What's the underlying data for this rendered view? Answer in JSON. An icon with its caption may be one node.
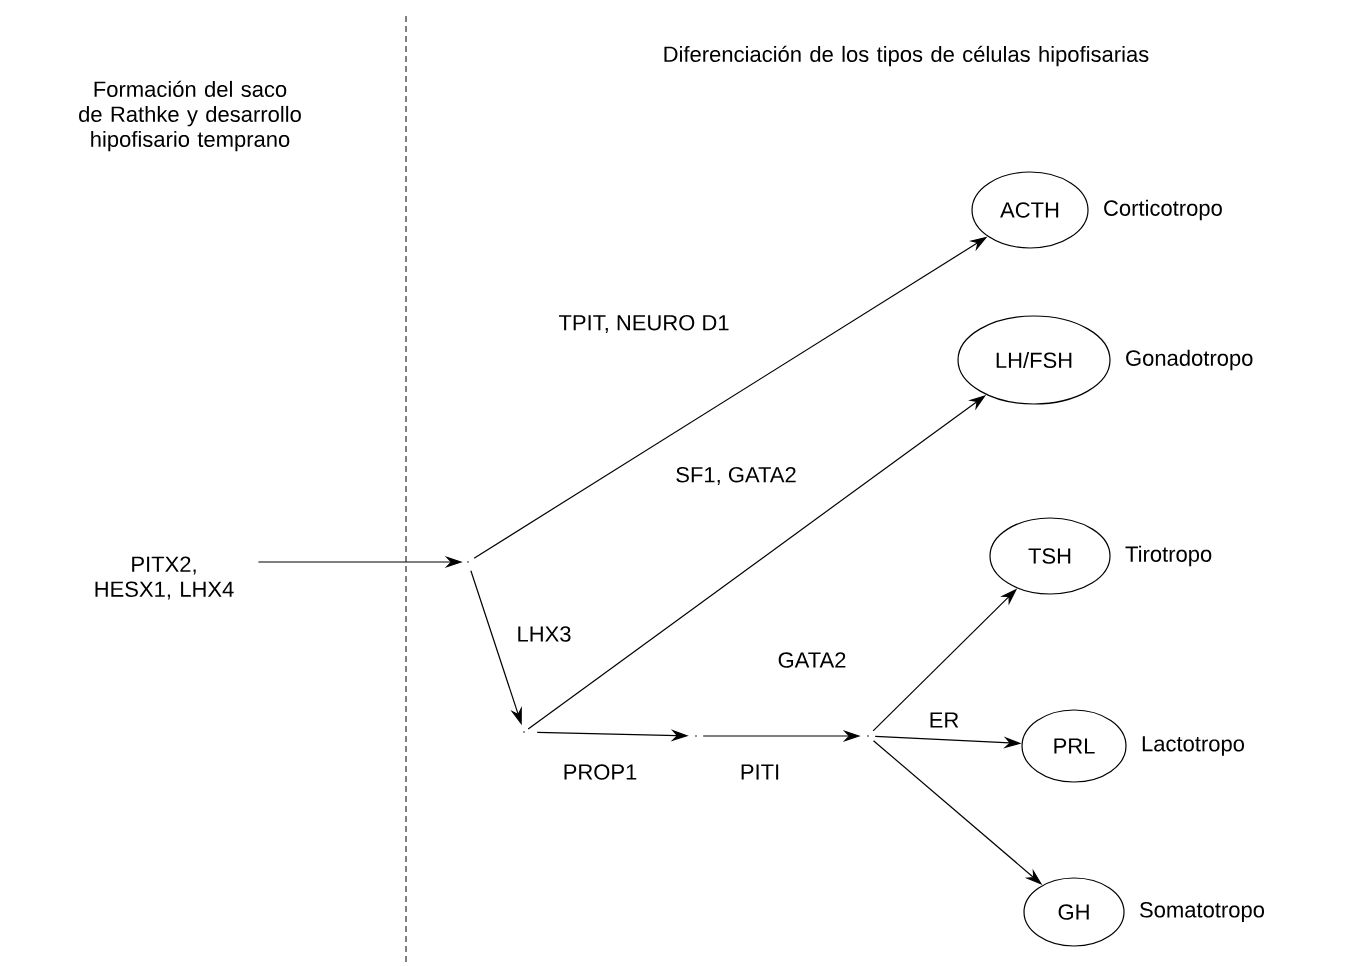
{
  "diagram": {
    "nodes": [
      {
        "text": [
          "PITX2, HESX1, LHX4"
        ]
      },
      {
        "text": [],
        "shape": "point"
      },
      {
        "text": [
          "ACTH"
        ],
        "beside": [
          "Corticotropo"
        ]
      },
      {
        "text": [
          "LH/FSH"
        ],
        "beside": [
          "Gonadotropo"
        ]
      },
      {
        "text": [],
        "shape": "point"
      },
      {
        "text": [],
        "shape": "point"
      },
      {
        "text": [],
        "shape": "point"
      },
      {
        "text": [
          "TSH"
        ],
        "beside": [
          "Tirotropo"
        ]
      },
      {
        "text": [
          "PRL"
        ],
        "beside": [
          "Lactotropo"
        ]
      },
      {
        "text": [
          "GH"
        ],
        "beside": [
          "Somatotropo"
        ]
      }
    ],
    "edges": [
      {
        "from": 0,
        "to": 1,
        "arrow": "to"
      },
      {
        "from": 1,
        "to": 2,
        "arrow": "to",
        "label": "TPIT, NEURO D1"
      },
      {
        "from": 1,
        "to": 4,
        "arrow": "to",
        "label": "LHX3"
      },
      {
        "from": 4,
        "to": 3,
        "arrow": "to",
        "label": "SF1, GATA2"
      },
      {
        "from": 4,
        "to": 5,
        "arrow": "to",
        "label": "PROP1"
      },
      {
        "from": 5,
        "to": 6,
        "arrow": "to",
        "label": "PITI"
      },
      {
        "from": 6,
        "to": 7,
        "arrow": "to",
        "label": "GATA2"
      },
      {
        "from": 6,
        "to": 8,
        "arrow": "to",
        "label": "ER"
      },
      {
        "from": 6,
        "to": 9,
        "arrow": "to"
      }
    ],
    "labels": [
      "Formación del saco de Rathke y desarrollo hipofisario temprano",
      "Diferenciación de los tipos de células hipofisarias"
    ]
  }
}
